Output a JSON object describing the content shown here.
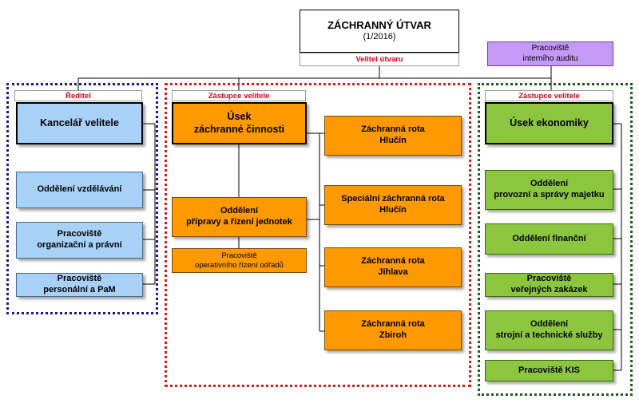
{
  "colors": {
    "blue_box": "#a8d1f7",
    "orange_box": "#ff9900",
    "green_box": "#8cc63f",
    "purple_box": "#c59af7",
    "header_text": "#e0001a",
    "left_border": "#1a1a8c",
    "center_border": "#e01a1a",
    "right_border": "#1a5e1a"
  },
  "top": {
    "title": "ZÁCHRANNÝ ÚTVAR",
    "subtitle": "(1/2016)",
    "role": "Velitel útvaru",
    "audit": "Pracoviště\ninterního auditu"
  },
  "left": {
    "header": "Ředitel",
    "main": "Kancelář velitele",
    "units": [
      "Oddělení vzdělávání",
      "Pracoviště\norganizační a právní",
      "Pracoviště\npersonální a PaM"
    ]
  },
  "center": {
    "header": "Zástupce velitele",
    "main": "Úsek\nzáchranné činnosti",
    "dept": "Oddělení\npřípravy a řízení jednotek",
    "workplace": "Pracoviště\noperativního řízení odřadů",
    "companies": [
      "Záchranná rota\nHlučín",
      "Speciální záchranná rota\nHlučín",
      "Záchranná rota\nJihlava",
      "Záchranná rota\nZbiroh"
    ]
  },
  "right": {
    "header": "Zástupce velitele",
    "main": "Úsek ekonomiky",
    "units": [
      "Oddělení\nprovozní a správy majetku",
      "Oddělení finanční",
      "Pracoviště\nveřejných zakázek",
      "Oddělení\nstrojní a technické služby",
      "Pracoviště KIS"
    ]
  }
}
